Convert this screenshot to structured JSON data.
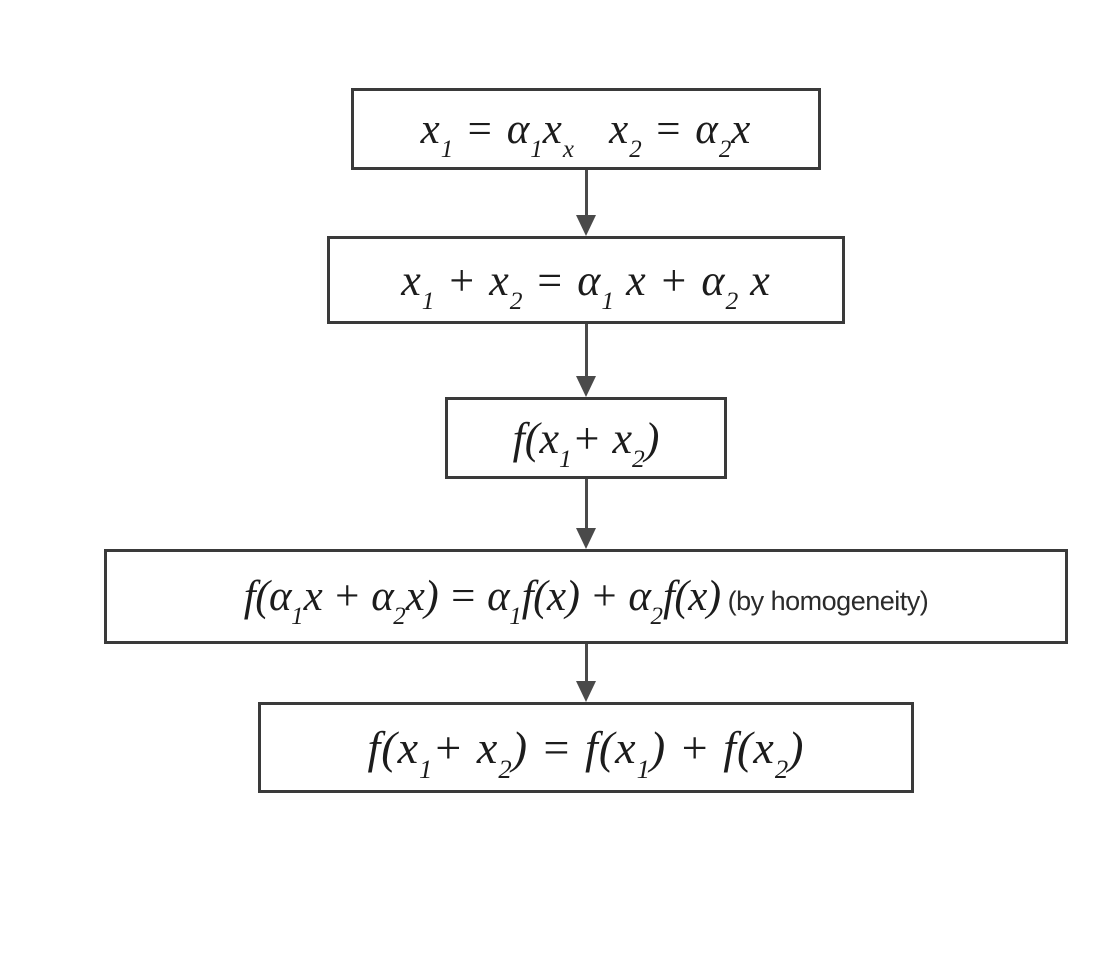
{
  "page": {
    "background": "#ffffff"
  },
  "flowchart": {
    "description": "Derivation that a homogeneous function is additive: f(x1+x2) = f(x1) + f(x2)",
    "border_color": "#3a3a3a",
    "text_color": "#1c1c1c",
    "arrow_color": "#4a4a4a",
    "boxes": [
      {
        "name": "definitions",
        "plain_text": "x1 = a1x_x   x2 = a2x",
        "segments": [
          {
            "t": "x"
          },
          {
            "s": "1"
          },
          {
            "t": " = "
          },
          {
            "t": "α"
          },
          {
            "s": "1"
          },
          {
            "t": "x"
          },
          {
            "s": "x"
          },
          {
            "t": "   "
          },
          {
            "t": "x"
          },
          {
            "s": "2"
          },
          {
            "t": " = "
          },
          {
            "t": "α"
          },
          {
            "s": "2"
          },
          {
            "t": "x"
          }
        ]
      },
      {
        "name": "sum",
        "plain_text": "x1 + x2 = a1x + a2x",
        "segments": [
          {
            "t": "x"
          },
          {
            "s": "1"
          },
          {
            "t": " + "
          },
          {
            "t": "x"
          },
          {
            "s": "2"
          },
          {
            "t": " = "
          },
          {
            "t": "α"
          },
          {
            "s": "1"
          },
          {
            "t": " x + "
          },
          {
            "t": "α"
          },
          {
            "s": "2"
          },
          {
            "t": " x"
          }
        ]
      },
      {
        "name": "apply-f",
        "plain_text": "f(x1 + x2)",
        "segments": [
          {
            "t": "f("
          },
          {
            "t": "x"
          },
          {
            "s": "1"
          },
          {
            "t": "+ "
          },
          {
            "t": "x"
          },
          {
            "s": "2"
          },
          {
            "t": ")"
          }
        ]
      },
      {
        "name": "homogeneity",
        "plain_text": "f(a1x + a2x) = a1f(x) + a2f(x) (by homogeneity)",
        "segments": [
          {
            "t": "f("
          },
          {
            "t": "α"
          },
          {
            "s": "1"
          },
          {
            "t": "x + "
          },
          {
            "t": "α"
          },
          {
            "s": "2"
          },
          {
            "t": "x) = "
          },
          {
            "t": "α"
          },
          {
            "s": "1"
          },
          {
            "t": "f(x) + "
          },
          {
            "t": "α"
          },
          {
            "s": "2"
          },
          {
            "t": "f(x)"
          },
          {
            "n": "(by homogeneity)"
          }
        ]
      },
      {
        "name": "additivity",
        "plain_text": "f(x1 + x2) = f(x1) + f(x2)",
        "segments": [
          {
            "t": "f("
          },
          {
            "t": "x"
          },
          {
            "s": "1"
          },
          {
            "t": "+ "
          },
          {
            "t": "x"
          },
          {
            "s": "2"
          },
          {
            "t": ") = f("
          },
          {
            "t": "x"
          },
          {
            "s": "1"
          },
          {
            "t": ") + f("
          },
          {
            "t": "x"
          },
          {
            "s": "2"
          },
          {
            "t": ")"
          }
        ]
      }
    ]
  }
}
